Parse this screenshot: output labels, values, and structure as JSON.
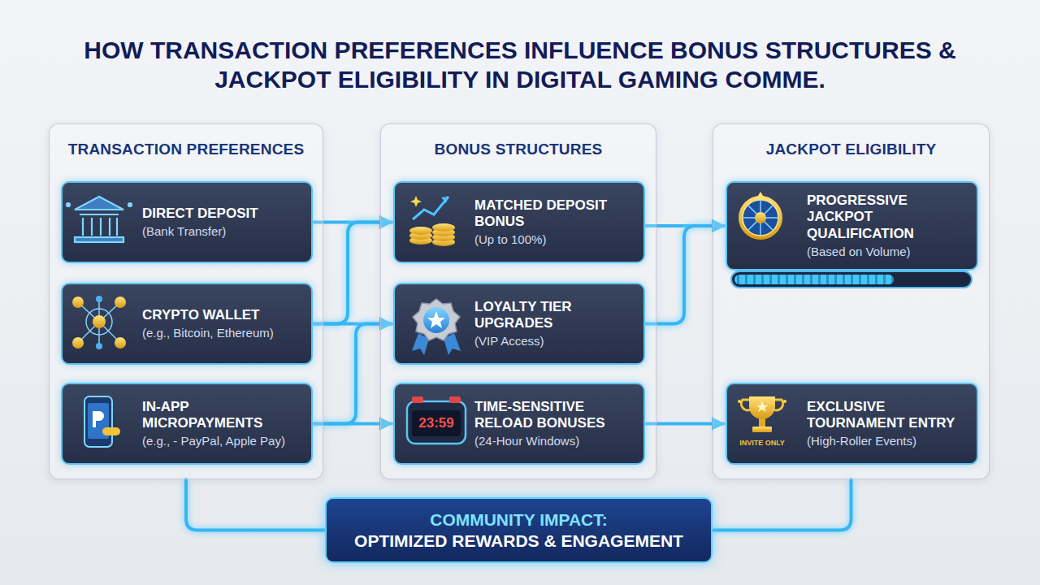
{
  "diagram": {
    "title": "HOW TRANSACTION PREFERENCES INFLUENCE BONUS STRUCTURES & JACKPOT ELIGIBILITY IN DIGITAL GAMING COMME.",
    "nodes": [
      {
        "text": [
          "TRANSACTION PREFERENCES"
        ]
      },
      {
        "text": [
          "DIRECT DEPOSIT",
          "(Bank Transfer)"
        ],
        "in": 0
      },
      {
        "text": [
          "CRYPTO WALLET",
          "(e.g., Bitcoin, Ethereum)"
        ],
        "in": 0
      },
      {
        "text": [
          "IN-APP MICROPAYMENTS",
          "(e.g., - PayPal, Apple Pay)"
        ],
        "in": 0
      },
      {
        "text": [
          "BONUS STRUCTURES"
        ]
      },
      {
        "text": [
          "MATCHED DEPOSIT BONUS",
          "(Up to 100%)"
        ],
        "in": 4
      },
      {
        "text": [
          "LOYALTY TIER UPGRADES",
          "(VIP Access)"
        ],
        "in": 4
      },
      {
        "text": [
          "TIME-SENSITIVE RELOAD BONUSES",
          "(24-Hour Windows)"
        ],
        "in": 4
      },
      {
        "text": [
          "JACKPOT ELIGIBILITY"
        ]
      },
      {
        "text": [
          "PROGRESSIVE JACKPOT QUALIFICATION",
          "(Based on Volume)"
        ],
        "in": 8
      },
      {
        "text": [
          "EXCLUSIVE TOURNAMENT ENTRY",
          "(High-Roller Events)"
        ],
        "in": 8
      },
      {
        "text": [
          "COMMUNITY IMPACT:",
          "OPTIMIZED REWARDS & ENGAGEMENT"
        ]
      }
    ],
    "edges": [
      {
        "from": 1,
        "to": 5,
        "arrow": "to"
      },
      {
        "from": 2,
        "to": 5,
        "arrow": "to"
      },
      {
        "from": 2,
        "to": 6,
        "arrow": "to"
      },
      {
        "from": 3,
        "to": 6,
        "arrow": "to"
      },
      {
        "from": 3,
        "to": 7,
        "arrow": "to"
      },
      {
        "from": 5,
        "to": 9,
        "arrow": "to"
      },
      {
        "from": 6,
        "to": 9,
        "arrow": "to"
      },
      {
        "from": 7,
        "to": 10,
        "arrow": "to"
      },
      {
        "from": 0,
        "to": 11,
        "arrow": "none"
      },
      {
        "from": 8,
        "to": 11,
        "arrow": "none"
      }
    ],
    "labels": [
      "23:59",
      "INVITE ONLY"
    ]
  }
}
